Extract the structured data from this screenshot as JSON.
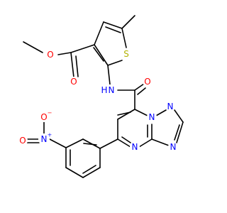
{
  "molecule": {
    "colors": {
      "bond": "#000000",
      "O": "#ff0000",
      "N": "#0000ff",
      "S": "#b2b200",
      "C": "#000000"
    },
    "atoms": {
      "o_ester_carbonyl": "O",
      "o_ester_ether": "O",
      "s_thiophene": "S",
      "n_amide": "N",
      "h_amide": "H",
      "o_amide": "O",
      "n_triazole_1": "N",
      "n_triazole_2": "N",
      "n_bridge": "N",
      "n_pyrimidine": "N",
      "n_nitro": "N",
      "n_nitro_charge": "+",
      "o_nitro_minus": "O",
      "o_nitro_minus_charge": "−",
      "o_nitro_double": "O"
    }
  }
}
